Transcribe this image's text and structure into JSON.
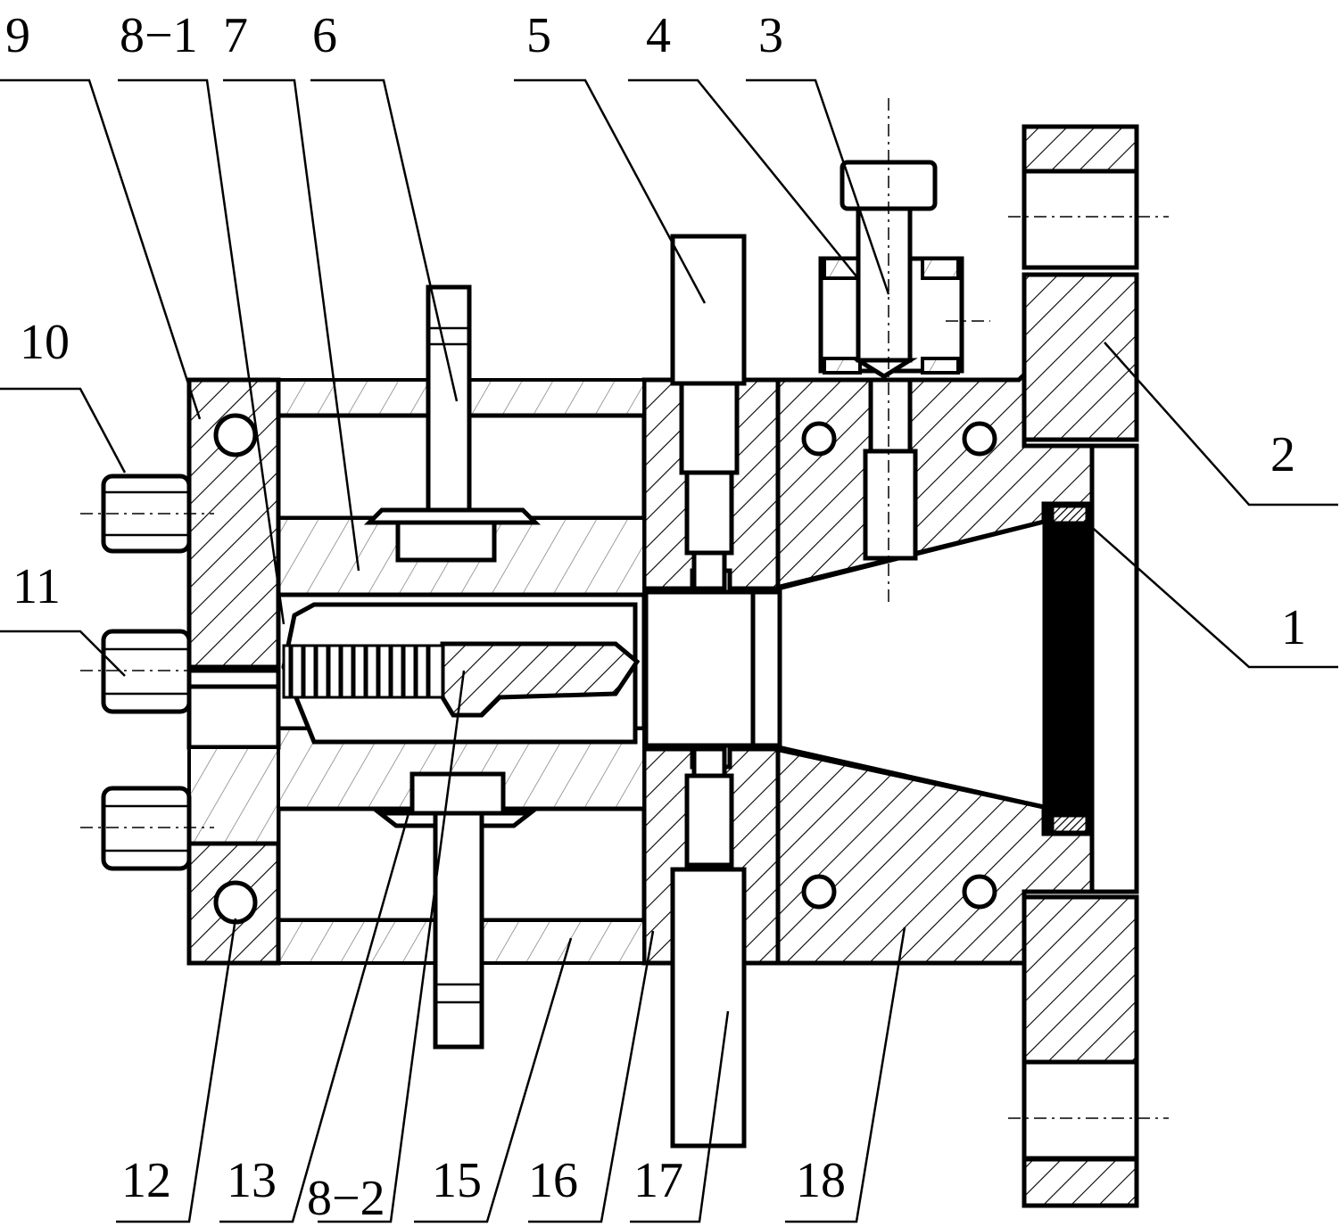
{
  "diagram": {
    "labels": {
      "l1": "1",
      "l2": "2",
      "l3": "3",
      "l4": "4",
      "l5": "5",
      "l6": "6",
      "l7": "7",
      "l8_1": "8−1",
      "l8_2": "8−2",
      "l9": "9",
      "l10": "10",
      "l11": "11",
      "l12": "12",
      "l13": "13",
      "l15": "15",
      "l16": "16",
      "l17": "17",
      "l18": "18"
    }
  }
}
